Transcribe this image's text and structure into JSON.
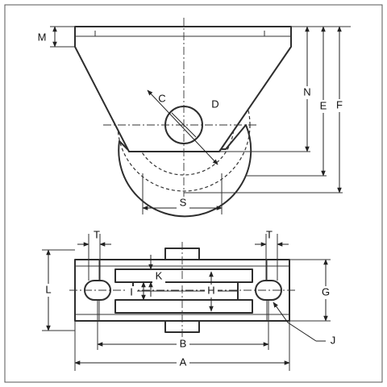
{
  "diagram": {
    "colors": {
      "line": "#2e2e2e",
      "background": "#ffffff"
    },
    "labels": {
      "M": "M",
      "C": "C",
      "D": "D",
      "N": "N",
      "E": "E",
      "F": "F",
      "S": "S",
      "T_left": "T",
      "T_right": "T",
      "L": "L",
      "K": "K",
      "I": "I",
      "H": "H",
      "G": "G",
      "J": "J",
      "B": "B",
      "A": "A"
    }
  }
}
